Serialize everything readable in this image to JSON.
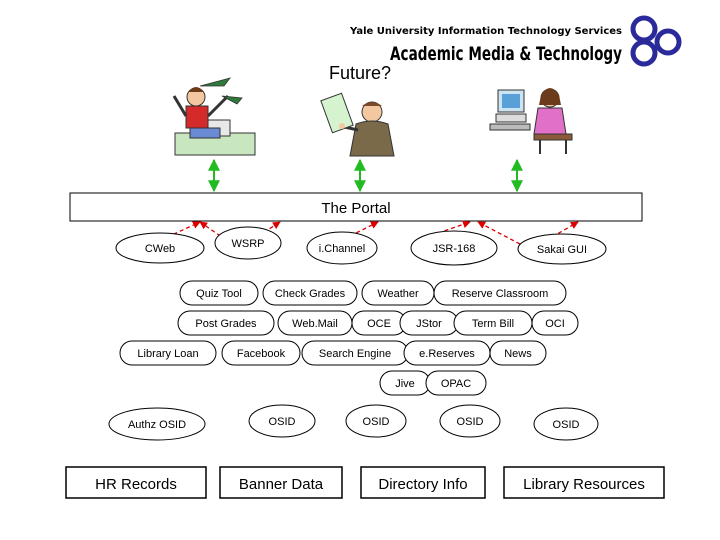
{
  "header": {
    "org": "Yale University Information Technology Services",
    "dept": "Academic Media & Technology"
  },
  "title": "Future?",
  "portal_label": "The Portal",
  "presentation": {
    "cweb": "CWeb",
    "wsrp": "WSRP",
    "ichannel": "i.Channel",
    "jsr168": "JSR-168",
    "sakai_gui": "Sakai GUI"
  },
  "services": {
    "quiz_tool": "Quiz Tool",
    "check_grades": "Check Grades",
    "weather": "Weather",
    "reserve_classroom": "Reserve Classroom",
    "post_grades": "Post Grades",
    "webmail": "Web.Mail",
    "oce": "OCE",
    "jstor": "JStor",
    "term_bill": "Term Bill",
    "oci": "OCI",
    "library_loan": "Library Loan",
    "facebook": "Facebook",
    "search_engine": "Search Engine",
    "ereserves": "e.Reserves",
    "news": "News",
    "jive": "Jive",
    "opac": "OPAC"
  },
  "osids": {
    "authz": "Authz OSID",
    "osid_1": "OSID",
    "osid_2": "OSID",
    "osid_3": "OSID",
    "osid_4": "OSID"
  },
  "data_sources": {
    "hr_records": "HR Records",
    "banner_data": "Banner Data",
    "directory_info": "Directory Info",
    "library_resources": "Library Resources"
  },
  "colors": {
    "link_green": "#22bb22",
    "link_red": "#dd0000",
    "logo_blue": "#2a2a9a",
    "portal_fill": "#ffffff"
  },
  "icons": [
    "student-reading-icon",
    "professor-presenting-icon",
    "staff-at-computer-icon",
    "circles-logo-icon"
  ]
}
